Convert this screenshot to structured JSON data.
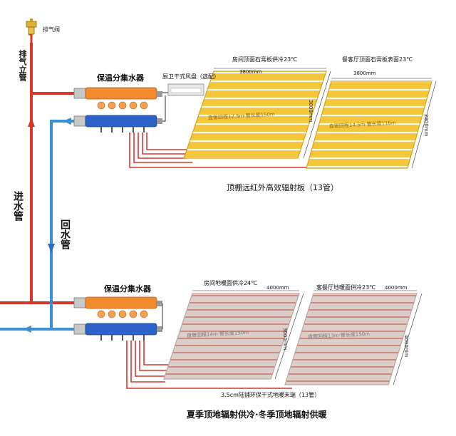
{
  "labels": {
    "vent_valve": "排气阀",
    "vent_riser": "排气立管",
    "supply_pipe": "进水管",
    "return_pipe": "回水管",
    "manifold_top": "保温分集水器",
    "manifold_bottom": "保温分集水器",
    "fan_coil": "厨卫干式风盘（选配）",
    "ceiling_caption": "顶棚远红外高效辐射板（13管）",
    "floor_note": "3.5cm陆铺环保干式地暖末端（13管）",
    "bottom_caption": "夏季顶地辐射供冷·冬季顶地辐射供暖"
  },
  "ceiling_panels": [
    {
      "title": "房间顶面石膏板供冷23℃",
      "width": "3800mm",
      "height": "3000mm",
      "inner": "盘管回程12.5m·管长度150m"
    },
    {
      "title": "餐客厅顶面石膏板表面23℃",
      "width": "3800mm",
      "height": "2800mm",
      "inner": "盘管回程14.5m·管长度116m"
    }
  ],
  "floor_panels": [
    {
      "title": "房间地暖面供冷24℃",
      "width": "4000mm",
      "height": "3000mm",
      "inner": "盘管回程14m·管长度150m"
    },
    {
      "title": "客餐厅地暖面供冷23℃",
      "width": "4000mm",
      "height": "4000mm",
      "inner": "盘管回程13m·管长度150m"
    }
  ],
  "colors": {
    "supply": "#d8362b",
    "return": "#3b8fd8",
    "ceiling_panel": "#f6c63a",
    "floor_panel": "#d9c9c4",
    "manifold_orange": "#f28a2e",
    "manifold_blue": "#2d62c8"
  }
}
